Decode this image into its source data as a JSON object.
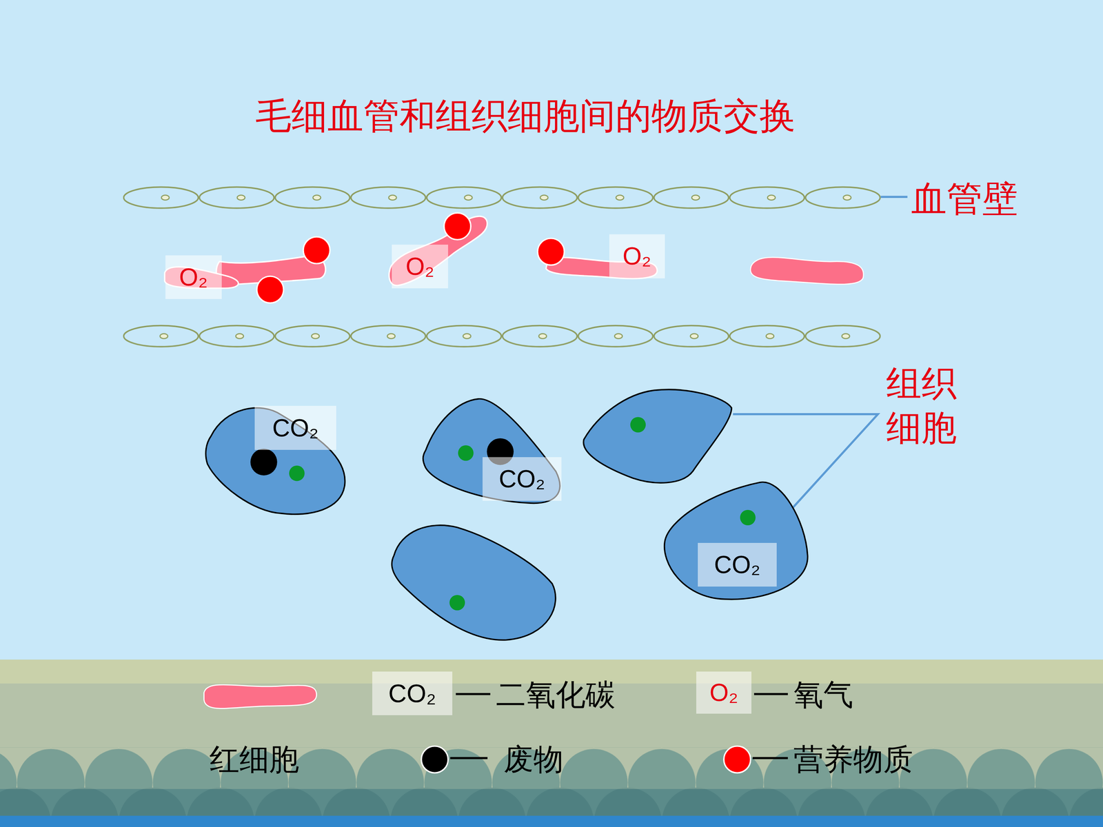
{
  "diagram": {
    "title": "毛细血管和组织细胞间的物质交换",
    "nodes": [
      {
        "text": [
          "O₂"
        ]
      },
      {
        "text": [
          "O₂"
        ]
      },
      {
        "text": [
          "O₂"
        ]
      },
      {
        "text": [
          "CO₂"
        ]
      },
      {
        "text": [
          "CO₂"
        ]
      },
      {
        "text": [
          "CO₂"
        ]
      }
    ],
    "labels": [
      "血管壁",
      "组织 细胞",
      "CO₂",
      "O₂"
    ],
    "legend": [
      {
        "text": "红细胞"
      },
      {
        "text": "二氧化碳"
      },
      {
        "text": "氧气"
      },
      {
        "text": "废物",
        "color": "#000000"
      },
      {
        "text": "营养物质",
        "color": "#ff0000"
      }
    ]
  }
}
